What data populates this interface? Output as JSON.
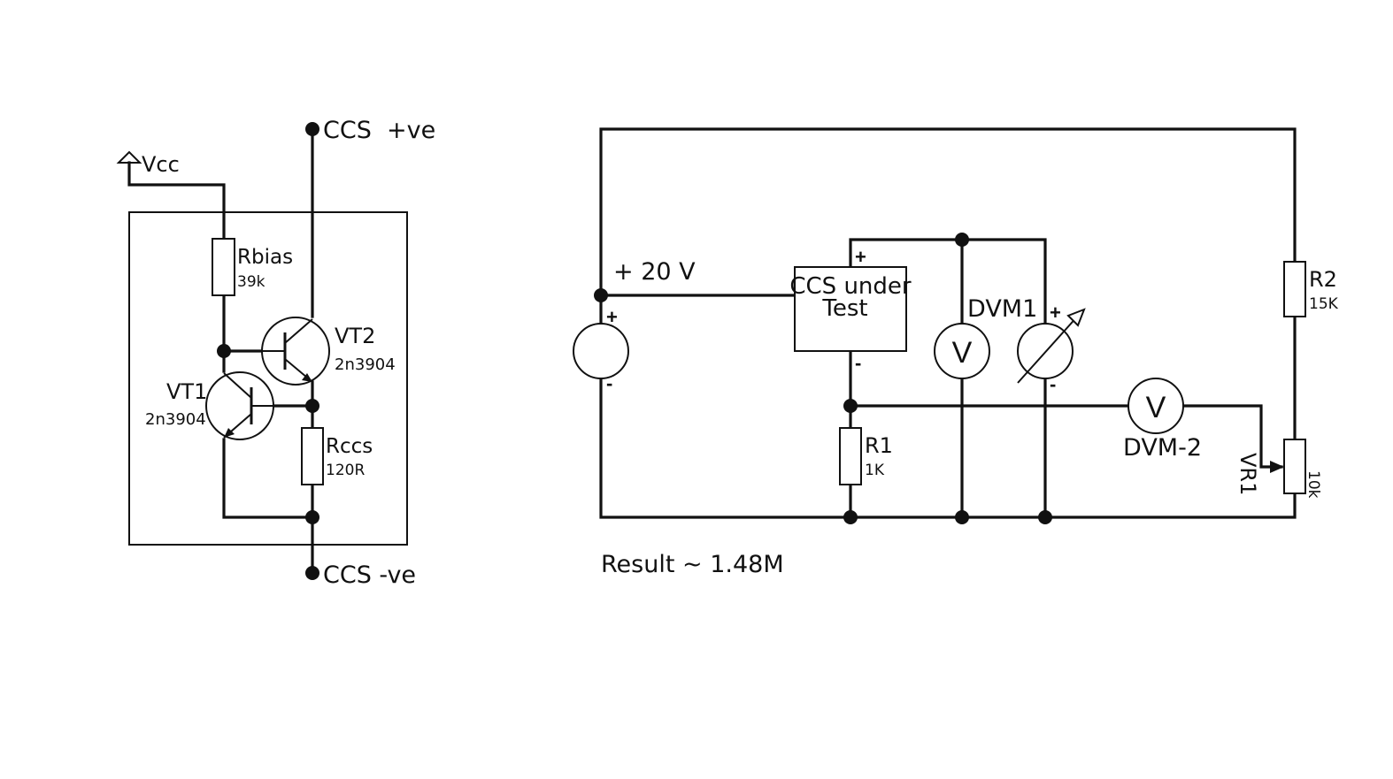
{
  "left_circuit": {
    "top_terminal": "CCS  +ve",
    "bottom_terminal": "CCS -ve",
    "supply": "Vcc",
    "rbias": {
      "name": "Rbias",
      "value": "39k"
    },
    "rccs": {
      "name": "Rccs",
      "value": "120R"
    },
    "vt1": {
      "name": "VT1",
      "part": "2n3904"
    },
    "vt2": {
      "name": "VT2",
      "part": "2n3904"
    }
  },
  "right_circuit": {
    "supply_label": "+ 20 V",
    "dut": {
      "line1": "CCS under",
      "line2": "Test"
    },
    "dvm1": "DVM1",
    "dvm2": "DVM-2",
    "r1": {
      "name": "R1",
      "value": "1K"
    },
    "r2": {
      "name": "R2",
      "value": "15K"
    },
    "vr1": {
      "name": "VR1",
      "value": "10k"
    },
    "voltmeter_symbol": "V",
    "plus": "+",
    "minus": "-"
  },
  "result": "Result ~ 1.48M"
}
